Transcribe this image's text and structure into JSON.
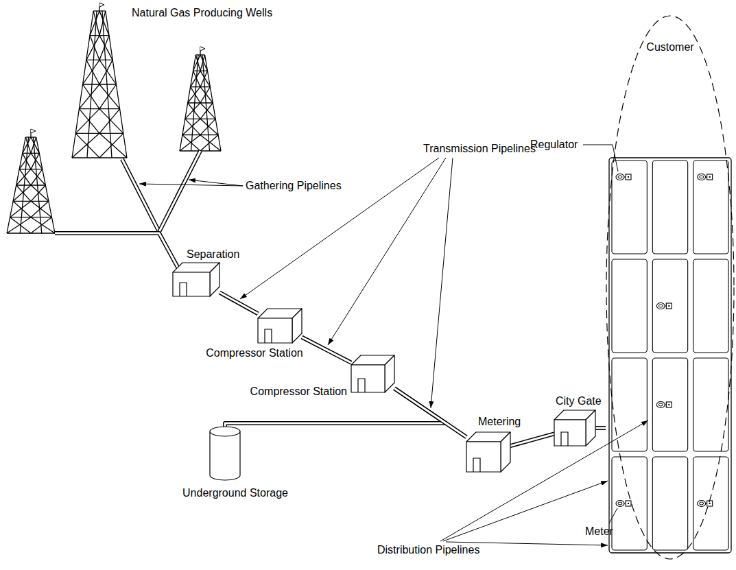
{
  "diagram": {
    "nodes": [
      {
        "text": [
          "Separation"
        ]
      },
      {
        "text": [
          "Compressor Station"
        ]
      },
      {
        "text": [
          "Compressor Station"
        ]
      },
      {
        "text": [
          "Underground Storage"
        ]
      },
      {
        "text": [
          "Metering"
        ]
      },
      {
        "text": [
          "City Gate"
        ]
      },
      {
        "text": [
          "Customer"
        ]
      }
    ],
    "edges": [
      {
        "from": 0,
        "to": 1,
        "arrow": "none"
      },
      {
        "from": 1,
        "to": 2,
        "arrow": "none"
      },
      {
        "from": 2,
        "to": 3,
        "arrow": "none"
      },
      {
        "from": 2,
        "to": 4,
        "arrow": "none"
      },
      {
        "from": 4,
        "to": 5,
        "arrow": "none"
      },
      {
        "from": 5,
        "to": 6,
        "arrow": "none"
      }
    ],
    "labels": [
      "Natural Gas Producing Wells",
      "Gathering Pipelines",
      "Transmission Pipelines",
      "Regulator",
      "Distribution Pipelines",
      "Meter"
    ]
  }
}
